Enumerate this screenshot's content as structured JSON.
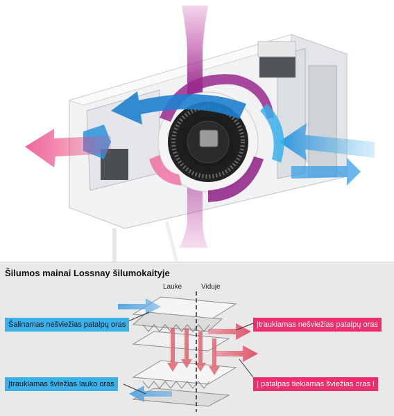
{
  "diagram": {
    "title": "Šilumos mainai Lossnay šilumokaityje",
    "side_outside": "Lauke",
    "side_inside": "Viduje",
    "labels": {
      "exhaust_stale": "Šalinamas nešviežias patalpų oras",
      "intake_fresh": "Įtraukiamas šviežias lauko oras",
      "intake_stale": "Įtraukiamas nešviežias patalpų oras",
      "supply_fresh": "Į patalpas tiekiamas šviežias oras !"
    },
    "colors": {
      "fresh_air": "#3bb1ea",
      "stale_air": "#ec2f6c",
      "panel_bg": "#e9e9e9",
      "flow_purple": "#8e1f86"
    }
  }
}
